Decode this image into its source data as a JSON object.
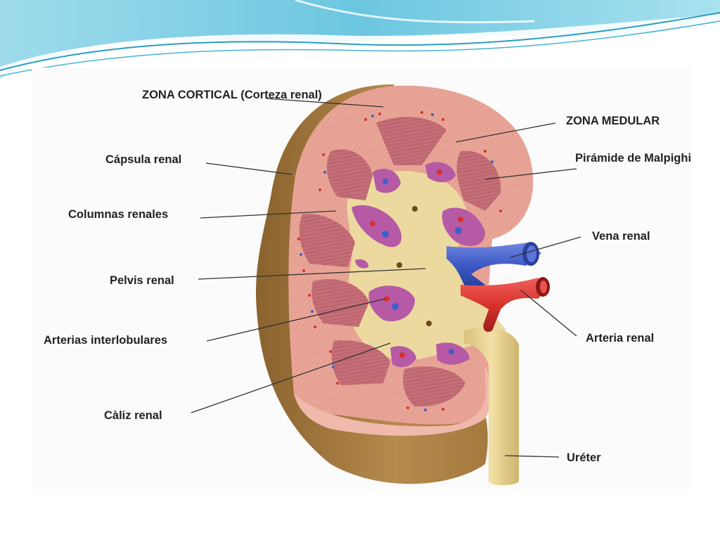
{
  "colors": {
    "wave_light": "#bfe8f3",
    "wave_mid": "#7fd0e6",
    "wave_dark": "#2b9dc1",
    "capsule": "#a77d43",
    "cortex": "#e9a99a",
    "medulla_pyramid": "#c06a74",
    "calyx": "#b65aa6",
    "pelvis": "#ecd9a0",
    "vein": "#3f5fc9",
    "artery": "#d8322d",
    "ureter": "#ecd695",
    "leader_line": "#333333"
  },
  "labels": {
    "zona_cortical": "ZONA CORTICAL",
    "corteza_renal": "(Corteza renal)",
    "capsula_renal": "Cápsula renal",
    "columnas_renales": "Columnas renales",
    "pelvis_renal": "Pelvis renal",
    "arterias_interlobulares": "Arterias interlobulares",
    "caliz_renal": "Càliz renal",
    "zona_medular": "ZONA MEDULAR",
    "piramide_line1": "Pirámide de",
    "piramide_line2": "Malpighi",
    "vena_renal": "Vena renal",
    "arteria_renal": "Arteria renal",
    "ureter": "Uréter"
  }
}
